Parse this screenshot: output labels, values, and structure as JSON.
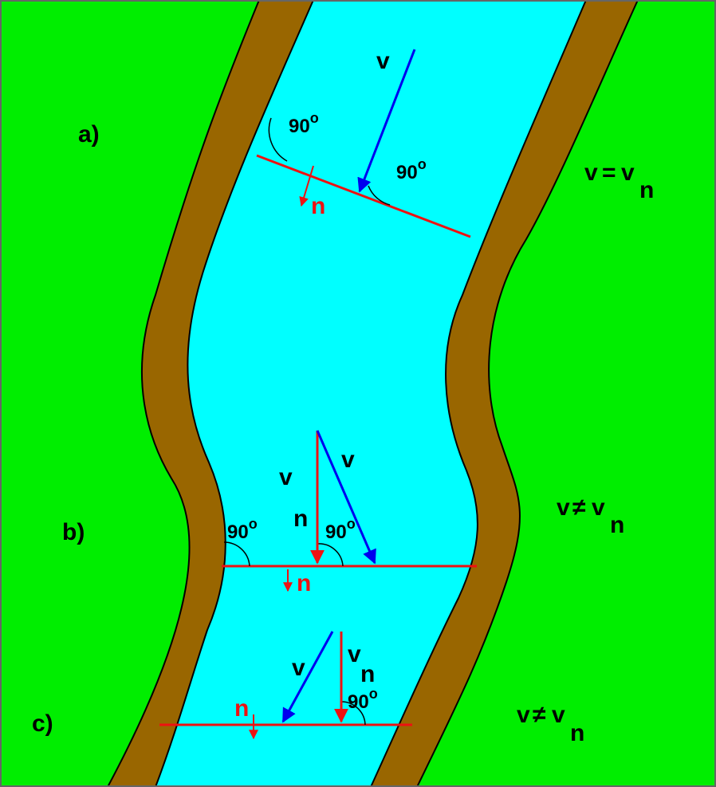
{
  "colors": {
    "ground": "#00ee00",
    "bank": "#996600",
    "water": "#00ffff",
    "outline": "#000000",
    "normal_vector": "#ee1111",
    "velocity_vector": "#0000ee",
    "frame": "#666666"
  },
  "icons": {
    "angle_mark": "right-angle-arc-icon",
    "vector": "arrow-icon"
  },
  "cases": {
    "a": {
      "tag": "a)",
      "relation": {
        "lhs": "v",
        "op": "=",
        "rhs": "v",
        "rhs_sub": "n"
      },
      "velocity_label": "v",
      "normal_label": "n",
      "angle_left": {
        "value": "90",
        "unit": "o"
      },
      "angle_right": {
        "value": "90",
        "unit": "o"
      }
    },
    "b": {
      "tag": "b)",
      "relation": {
        "lhs": "v",
        "op": "≠",
        "rhs": "v",
        "rhs_sub": "n"
      },
      "velocity_label": "v",
      "normal_component_label": "v",
      "normal_component_sub": "n",
      "normal_label": "n",
      "angle_left": {
        "value": "90",
        "unit": "o"
      },
      "angle_mid": {
        "value": "90",
        "unit": "o"
      }
    },
    "c": {
      "tag": "c)",
      "relation": {
        "lhs": "v",
        "op": "≠",
        "rhs": "v",
        "rhs_sub": "n"
      },
      "velocity_label": "v",
      "normal_component_label": "v",
      "normal_component_sub": "n",
      "normal_label": "n",
      "angle_mid": {
        "value": "90",
        "unit": "o"
      }
    }
  }
}
